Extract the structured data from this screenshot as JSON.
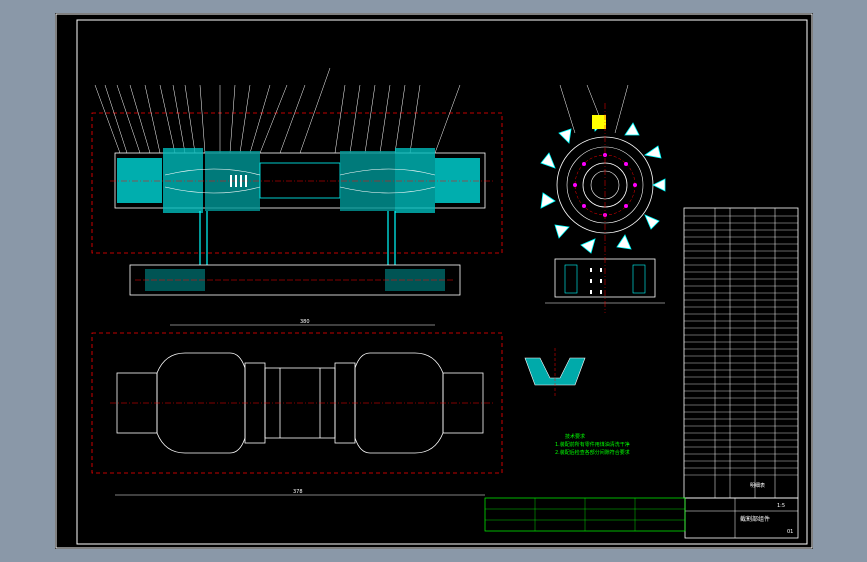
{
  "drawing": {
    "background": "#000000",
    "frame_color": "#ffffff",
    "cyan": "#00ffff",
    "green": "#00ff00",
    "red": "#ff0000",
    "yellow": "#ffff00",
    "magenta": "#ff00ff"
  },
  "dimensions": {
    "top_span": "380",
    "bottom_span": "378"
  },
  "notes": {
    "title": "技术要求",
    "line1": "1.装配前所有零件用煤油清洗干净",
    "line2": "2.装配后检查各部分间隙符合要求"
  },
  "table_header": "明细表",
  "title_block": {
    "name": "截割部组件",
    "scale": "1:5",
    "sheet": "01"
  }
}
